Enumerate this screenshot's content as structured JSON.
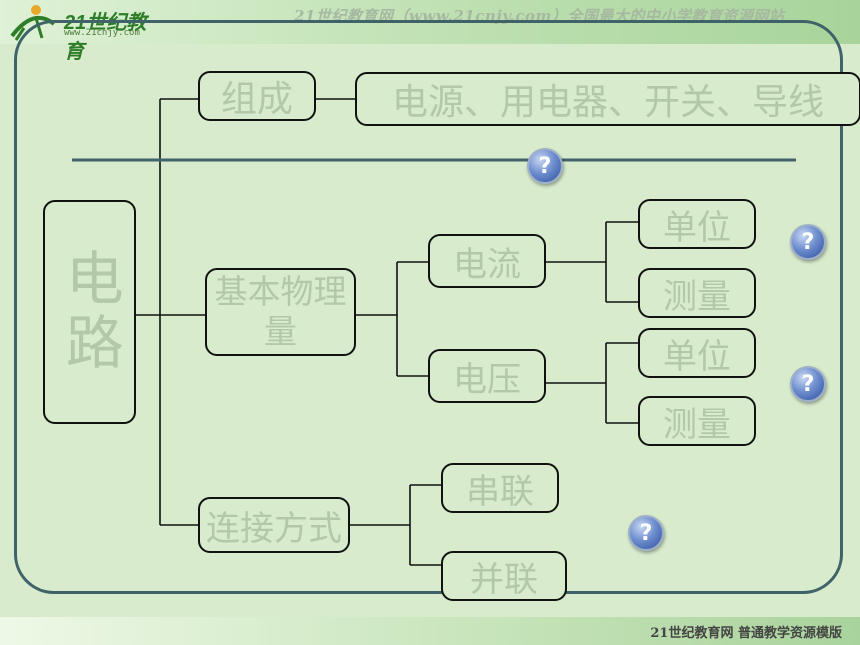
{
  "header": {
    "logo_text": "21世纪教育",
    "logo_url": "www.21cnjy.com",
    "slogan": "21世纪教育网（www.21cnjy.com）全国最大的中小学教育资源网站"
  },
  "diagram": {
    "root": "电路",
    "composition": {
      "label": "组成",
      "content": "电源、用电器、开关、导线"
    },
    "basic": {
      "label": "基本物理量",
      "current": {
        "label": "电流",
        "unit": "单位",
        "measure": "测量"
      },
      "voltage": {
        "label": "电压",
        "unit": "单位",
        "measure": "测量"
      }
    },
    "connection": {
      "label": "连接方式",
      "series": "串联",
      "parallel": "并联"
    }
  },
  "help_icon_glyph": "?",
  "footer": {
    "text": "21世纪教育网    普通教学资源模版"
  },
  "colors": {
    "box_text": "#b3c8a8",
    "frame": "#3f6368",
    "divider": "#3f6368",
    "background": "#d8ebcd"
  }
}
